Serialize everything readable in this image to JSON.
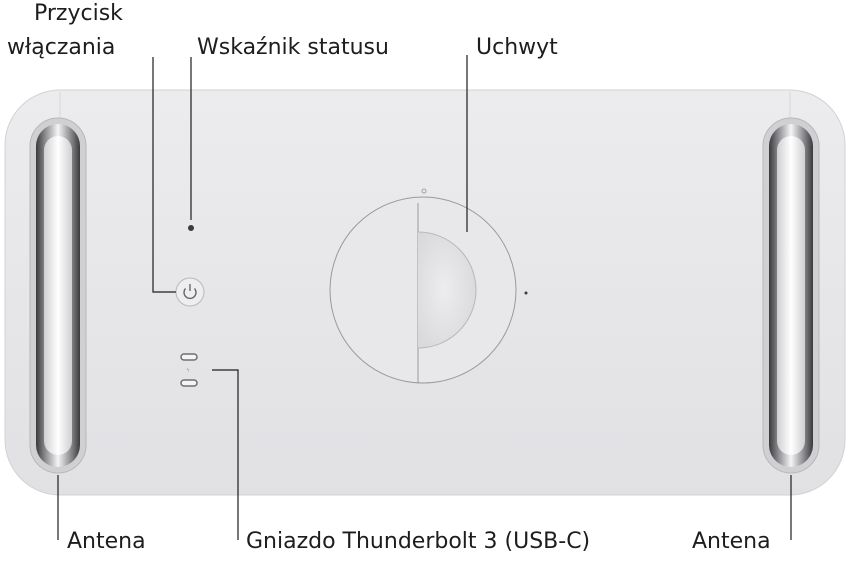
{
  "labels": {
    "power_button_line1": "Przycisk",
    "power_button_line2": "włączania",
    "status_indicator": "Wskaźnik statusu",
    "handle": "Uchwyt",
    "antenna_left": "Antena",
    "thunderbolt_ports": "Gniazdo Thunderbolt 3 (USB-C)",
    "antenna_right": "Antena"
  }
}
